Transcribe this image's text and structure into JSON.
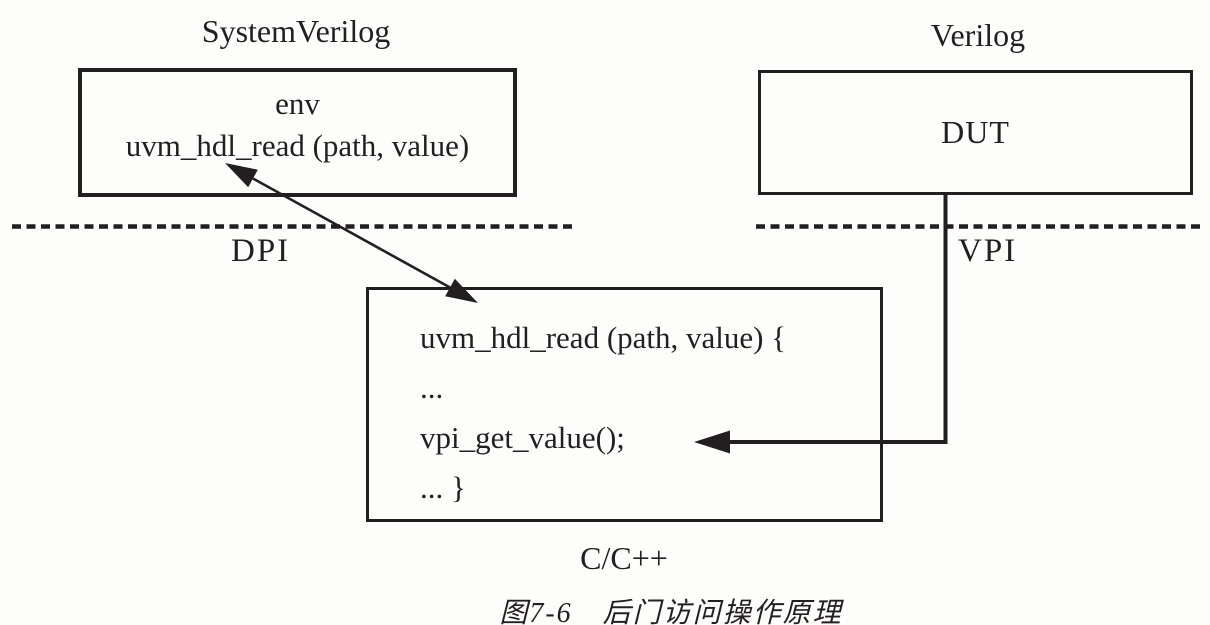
{
  "page": {
    "background": "#fdfdfb",
    "ink": "#231f20"
  },
  "titles": {
    "systemverilog": "SystemVerilog",
    "verilog": "Verilog"
  },
  "env_box": {
    "line1": "env",
    "line2": "uvm_hdl_read (path, value)"
  },
  "dut_box": {
    "label": "DUT"
  },
  "interfaces": {
    "dpi": "DPI",
    "vpi": "VPI"
  },
  "c_box": {
    "line1": "uvm_hdl_read (path, value) {",
    "line2": "...",
    "line3": "vpi_get_value();",
    "line4": "... }"
  },
  "c_label": "C/C++",
  "caption": "图7-6　后门访问操作原理"
}
